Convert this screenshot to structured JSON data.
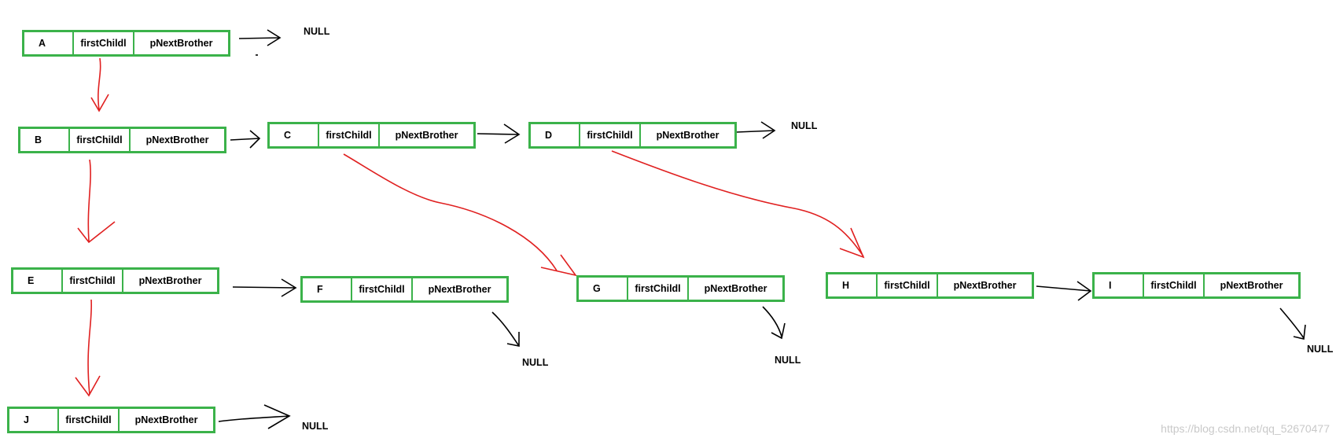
{
  "nodes": [
    {
      "id": "A",
      "name": "A",
      "first_child": "firstChildl",
      "next_brother": "pNextBrother"
    },
    {
      "id": "B",
      "name": "B",
      "first_child": "firstChildl",
      "next_brother": "pNextBrother"
    },
    {
      "id": "C",
      "name": "C",
      "first_child": "firstChildl",
      "next_brother": "pNextBrother"
    },
    {
      "id": "D",
      "name": "D",
      "first_child": "firstChildl",
      "next_brother": "pNextBrother"
    },
    {
      "id": "E",
      "name": "E",
      "first_child": "firstChildl",
      "next_brother": "pNextBrother"
    },
    {
      "id": "F",
      "name": "F",
      "first_child": "firstChildl",
      "next_brother": "pNextBrother"
    },
    {
      "id": "G",
      "name": "G",
      "first_child": "firstChildl",
      "next_brother": "pNextBrother"
    },
    {
      "id": "H",
      "name": "H",
      "first_child": "firstChildl",
      "next_brother": "pNextBrother"
    },
    {
      "id": "I",
      "name": "I",
      "first_child": "firstChildl",
      "next_brother": "pNextBrother"
    },
    {
      "id": "J",
      "name": "J",
      "first_child": "firstChildl",
      "next_brother": "pNextBrother"
    }
  ],
  "null_labels": [
    "NULL",
    "NULL",
    "NULL",
    "NULL",
    "NULL",
    "NULL"
  ],
  "child_links": [
    {
      "from": "A",
      "to": "B"
    },
    {
      "from": "B",
      "to": "E"
    },
    {
      "from": "E",
      "to": "J"
    },
    {
      "from": "C",
      "to": "G"
    },
    {
      "from": "D",
      "to": "H"
    }
  ],
  "brother_links": [
    {
      "from": "A",
      "to": "NULL"
    },
    {
      "from": "B",
      "to": "C"
    },
    {
      "from": "C",
      "to": "D"
    },
    {
      "from": "D",
      "to": "NULL"
    },
    {
      "from": "E",
      "to": "F"
    },
    {
      "from": "F",
      "to": "NULL"
    },
    {
      "from": "G",
      "to": "NULL"
    },
    {
      "from": "H",
      "to": "I"
    },
    {
      "from": "I",
      "to": "NULL"
    },
    {
      "from": "J",
      "to": "NULL"
    }
  ],
  "colors": {
    "box": "#3bb24a",
    "child_arrow": "#e02020",
    "brother_arrow": "#000000"
  },
  "watermark": "https://blog.csdn.net/qq_52670477"
}
